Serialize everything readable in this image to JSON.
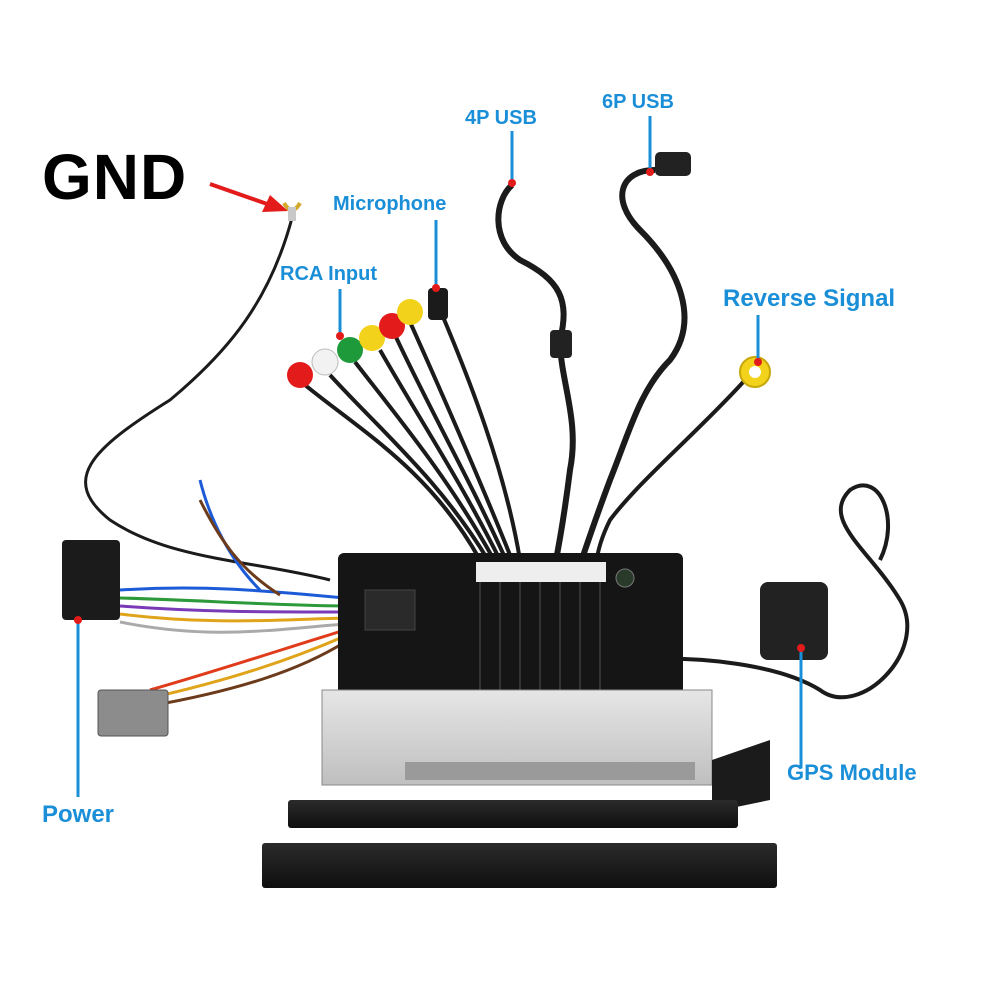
{
  "labels": {
    "gnd": "GND",
    "microphone": "Microphone",
    "rca_input": "RCA Input",
    "usb_4p": "4P USB",
    "usb_6p": "6P USB",
    "reverse_signal": "Reverse Signal",
    "gps_module": "GPS Module",
    "power": "Power"
  },
  "colors": {
    "label_blue": "#1a8fd8",
    "gnd_text": "#000000",
    "gnd_arrow": "#e31b1b",
    "marker_red": "#e31b1b"
  },
  "icons": [
    "gnd-spade-terminal",
    "rca-red-connector",
    "rca-white-connector",
    "rca-green-connector",
    "rca-yellow-connector",
    "usb-plug",
    "gps-antenna",
    "harness-connector"
  ]
}
